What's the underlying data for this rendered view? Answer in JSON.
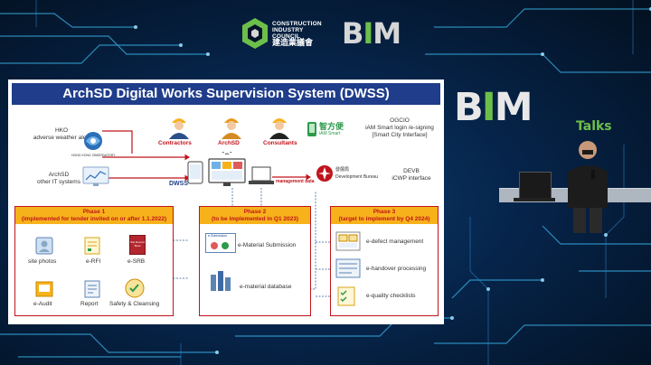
{
  "header": {
    "cic_name": "CONSTRUCTION\nINDUSTRY COUNCIL",
    "cic_chinese": "建造業議會",
    "bim_logo": {
      "b": "B",
      "i": "I",
      "m": "M"
    }
  },
  "slide": {
    "title": "ArchSD Digital Works Supervision System (DWSS)",
    "left_sources": [
      {
        "title": "HKO",
        "subtitle": "adverse weather alert"
      },
      {
        "title": "ArchSD",
        "subtitle": "other IT systems"
      }
    ],
    "hko_logo_text": "HONG KONG OBSERVATORY",
    "people": [
      "Contractors",
      "ArchSD",
      "Consultants"
    ],
    "center_label": "DWSS",
    "smart_logo": {
      "chinese": "智方便",
      "english": "iAM Smart"
    },
    "right_sources": [
      {
        "title": "OGCIO",
        "subtitle": "iAM Smart login /e-signing",
        "note": "[Smart City Interface]"
      },
      {
        "title": "DEVB",
        "subtitle": "iCWP interface"
      }
    ],
    "management_data_label": "management data",
    "devb_logo": {
      "chinese": "發展局",
      "english": "Development Bureau"
    },
    "phases": [
      {
        "title": "Phase 1",
        "subtitle": "(implemented for tender invited on or after 1.1.2022)",
        "items": [
          "site photos",
          "e-RFI",
          "e-SRB",
          "e-Audit",
          "Report",
          "Safety & Cleansing"
        ]
      },
      {
        "title": "Phase 2",
        "subtitle": "(to be implemented in Q1 2023)",
        "items": [
          "e-Material Submission",
          "e-material database"
        ]
      },
      {
        "title": "Phase 3",
        "subtitle": "(target to implement by Q4 2024)",
        "items": [
          "e-defect management",
          "e-handover processing",
          "e-quality checklists"
        ]
      }
    ],
    "icon_texts": {
      "srb_icon": "Site Record Book",
      "submission_icon": "e-Submission"
    }
  },
  "stage": {
    "logo_main": {
      "b": "B",
      "i": "I",
      "m": "M"
    },
    "logo_sub": "Talks"
  },
  "colors": {
    "accent_green": "#6cc04a",
    "title_blue": "#1f3d8a",
    "phase_red": "#c0141b",
    "phase_yellow": "#f7b21b",
    "circuit_cyan": "#3fc6ff"
  }
}
